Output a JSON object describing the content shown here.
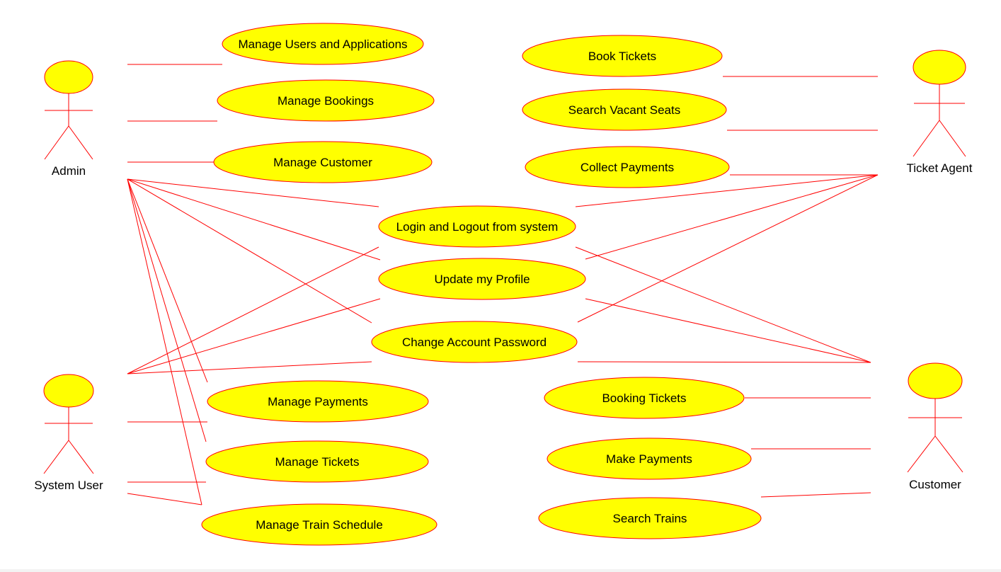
{
  "colors": {
    "line": "#ff0000",
    "fill": "#ffff00",
    "text": "#000000"
  },
  "actors": {
    "admin": "Admin",
    "ticket_agent": "Ticket Agent",
    "system_user": "System User",
    "customer": "Customer"
  },
  "use_cases": {
    "manage_users": "Manage Users and Applications",
    "manage_bookings": "Manage Bookings",
    "manage_customer": "Manage Customer",
    "book_tickets": "Book Tickets",
    "search_vacant_seats": "Search Vacant Seats",
    "collect_payments": "Collect Payments",
    "login_logout": "Login and Logout from system",
    "update_profile": "Update my Profile",
    "change_password": "Change Account Password",
    "manage_payments": "Manage Payments",
    "manage_tickets": "Manage Tickets",
    "manage_train_schedule": "Manage Train Schedule",
    "booking_tickets": "Booking Tickets",
    "make_payments": "Make Payments",
    "search_trains": "Search Trains"
  }
}
